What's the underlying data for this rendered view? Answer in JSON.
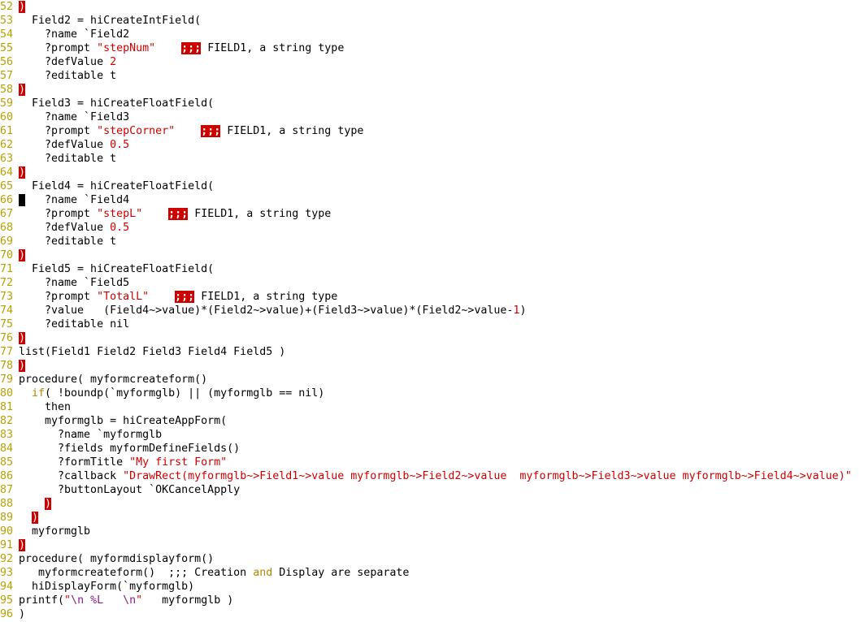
{
  "editor": {
    "lines": [
      {
        "n": "52",
        "tokens": [
          {
            "t": ")",
            "k": "paren"
          }
        ]
      },
      {
        "n": "53",
        "tokens": [
          {
            "t": "  Field2 = hiCreateIntField(",
            "k": "plain"
          }
        ]
      },
      {
        "n": "54",
        "tokens": [
          {
            "t": "    ?name `Field2",
            "k": "plain"
          }
        ]
      },
      {
        "n": "55",
        "tokens": [
          {
            "t": "    ?prompt ",
            "k": "plain"
          },
          {
            "t": "\"stepNum\"",
            "k": "str"
          },
          {
            "t": "    ",
            "k": "plain"
          },
          {
            "t": ";;;",
            "k": "semi"
          },
          {
            "t": " FIELD1, a string type",
            "k": "plain"
          }
        ]
      },
      {
        "n": "56",
        "tokens": [
          {
            "t": "    ?defValue ",
            "k": "plain"
          },
          {
            "t": "2",
            "k": "num"
          }
        ]
      },
      {
        "n": "57",
        "tokens": [
          {
            "t": "    ?editable t",
            "k": "plain"
          }
        ]
      },
      {
        "n": "58",
        "tokens": [
          {
            "t": ")",
            "k": "paren"
          }
        ]
      },
      {
        "n": "59",
        "tokens": [
          {
            "t": "  Field3 = hiCreateFloatField(",
            "k": "plain"
          }
        ]
      },
      {
        "n": "60",
        "tokens": [
          {
            "t": "    ?name `Field3",
            "k": "plain"
          }
        ]
      },
      {
        "n": "61",
        "tokens": [
          {
            "t": "    ?prompt ",
            "k": "plain"
          },
          {
            "t": "\"stepCorner\"",
            "k": "str"
          },
          {
            "t": "    ",
            "k": "plain"
          },
          {
            "t": ";;;",
            "k": "semi"
          },
          {
            "t": " FIELD1, a string type",
            "k": "plain"
          }
        ]
      },
      {
        "n": "62",
        "tokens": [
          {
            "t": "    ?defValue ",
            "k": "plain"
          },
          {
            "t": "0.5",
            "k": "num"
          }
        ]
      },
      {
        "n": "63",
        "tokens": [
          {
            "t": "    ?editable t",
            "k": "plain"
          }
        ]
      },
      {
        "n": "64",
        "tokens": [
          {
            "t": ")",
            "k": "paren"
          }
        ]
      },
      {
        "n": "65",
        "tokens": [
          {
            "t": "  Field4 = hiCreateFloatField(",
            "k": "plain"
          }
        ]
      },
      {
        "n": "66",
        "tokens": [
          {
            "t": " ",
            "k": "cursor"
          },
          {
            "t": "   ?name `Field4",
            "k": "plain"
          }
        ]
      },
      {
        "n": "67",
        "tokens": [
          {
            "t": "    ?prompt ",
            "k": "plain"
          },
          {
            "t": "\"stepL\"",
            "k": "str"
          },
          {
            "t": "    ",
            "k": "plain"
          },
          {
            "t": ";;;",
            "k": "semi"
          },
          {
            "t": " FIELD1, a string type",
            "k": "plain"
          }
        ]
      },
      {
        "n": "68",
        "tokens": [
          {
            "t": "    ?defValue ",
            "k": "plain"
          },
          {
            "t": "0.5",
            "k": "num"
          }
        ]
      },
      {
        "n": "69",
        "tokens": [
          {
            "t": "    ?editable t",
            "k": "plain"
          }
        ]
      },
      {
        "n": "70",
        "tokens": [
          {
            "t": ")",
            "k": "paren"
          }
        ]
      },
      {
        "n": "71",
        "tokens": [
          {
            "t": "  Field5 = hiCreateFloatField(",
            "k": "plain"
          }
        ]
      },
      {
        "n": "72",
        "tokens": [
          {
            "t": "    ?name `Field5",
            "k": "plain"
          }
        ]
      },
      {
        "n": "73",
        "tokens": [
          {
            "t": "    ?prompt ",
            "k": "plain"
          },
          {
            "t": "\"TotalL\"",
            "k": "str"
          },
          {
            "t": "    ",
            "k": "plain"
          },
          {
            "t": ";;;",
            "k": "semi"
          },
          {
            "t": " FIELD1, a string type",
            "k": "plain"
          }
        ]
      },
      {
        "n": "74",
        "tokens": [
          {
            "t": "    ?value   (Field4~>value)*(Field2~>value)+(Field3~>value)*(Field2~>value-",
            "k": "plain"
          },
          {
            "t": "1",
            "k": "num"
          },
          {
            "t": ")",
            "k": "plain"
          }
        ]
      },
      {
        "n": "75",
        "tokens": [
          {
            "t": "    ?editable nil",
            "k": "plain"
          }
        ]
      },
      {
        "n": "76",
        "tokens": [
          {
            "t": ")",
            "k": "paren"
          }
        ]
      },
      {
        "n": "77",
        "tokens": [
          {
            "t": "list(Field1 Field2 Field3 Field4 Field5 )",
            "k": "plain"
          }
        ]
      },
      {
        "n": "78",
        "tokens": [
          {
            "t": ")",
            "k": "paren"
          }
        ]
      },
      {
        "n": "79",
        "tokens": [
          {
            "t": "procedure( myformcreateform()",
            "k": "plain"
          }
        ]
      },
      {
        "n": "80",
        "tokens": [
          {
            "t": "  ",
            "k": "plain"
          },
          {
            "t": "if",
            "k": "kw"
          },
          {
            "t": "( !boundp(`myformglb) || (myformglb == nil)",
            "k": "plain"
          }
        ]
      },
      {
        "n": "81",
        "tokens": [
          {
            "t": "    then",
            "k": "plain"
          }
        ]
      },
      {
        "n": "82",
        "tokens": [
          {
            "t": "    myformglb = hiCreateAppForm(",
            "k": "plain"
          }
        ]
      },
      {
        "n": "83",
        "tokens": [
          {
            "t": "      ?name `myformglb",
            "k": "plain"
          }
        ]
      },
      {
        "n": "84",
        "tokens": [
          {
            "t": "      ?fields myformDefineFields()",
            "k": "plain"
          }
        ]
      },
      {
        "n": "85",
        "tokens": [
          {
            "t": "      ?formTitle ",
            "k": "plain"
          },
          {
            "t": "\"My first Form\"",
            "k": "str"
          }
        ]
      },
      {
        "n": "86",
        "tokens": [
          {
            "t": "      ?callback ",
            "k": "plain"
          },
          {
            "t": "\"DrawRect(myformglb~>Field1~>value myformglb~>Field2~>value  myformglb~>Field3~>value myformglb~>Field4~>value)\"",
            "k": "str"
          }
        ]
      },
      {
        "n": "87",
        "tokens": [
          {
            "t": "      ?buttonLayout `OKCancelApply",
            "k": "plain"
          }
        ]
      },
      {
        "n": "88",
        "tokens": [
          {
            "t": "    ",
            "k": "plain"
          },
          {
            "t": ")",
            "k": "paren"
          }
        ]
      },
      {
        "n": "89",
        "tokens": [
          {
            "t": "  ",
            "k": "plain"
          },
          {
            "t": ")",
            "k": "paren"
          }
        ]
      },
      {
        "n": "90",
        "tokens": [
          {
            "t": "  myformglb",
            "k": "plain"
          }
        ]
      },
      {
        "n": "91",
        "tokens": [
          {
            "t": ")",
            "k": "paren"
          }
        ]
      },
      {
        "n": "92",
        "tokens": [
          {
            "t": "procedure( myformdisplayform()",
            "k": "plain"
          }
        ]
      },
      {
        "n": "93",
        "tokens": [
          {
            "t": "   myformcreateform()  ;;; Creation ",
            "k": "plain"
          },
          {
            "t": "and",
            "k": "kw"
          },
          {
            "t": " Display are separate",
            "k": "plain"
          }
        ]
      },
      {
        "n": "94",
        "tokens": [
          {
            "t": "  hiDisplayForm(`myformglb)",
            "k": "plain"
          }
        ]
      },
      {
        "n": "95",
        "tokens": [
          {
            "t": "printf(",
            "k": "plain"
          },
          {
            "t": "\"",
            "k": "str"
          },
          {
            "t": "\\n %L",
            "k": "esc"
          },
          {
            "t": "   ",
            "k": "str"
          },
          {
            "t": "\\n",
            "k": "esc"
          },
          {
            "t": "\"",
            "k": "str"
          },
          {
            "t": "   myformglb )",
            "k": "plain"
          }
        ]
      },
      {
        "n": "96",
        "tokens": [
          {
            "t": ")",
            "k": "plain"
          }
        ]
      }
    ]
  }
}
